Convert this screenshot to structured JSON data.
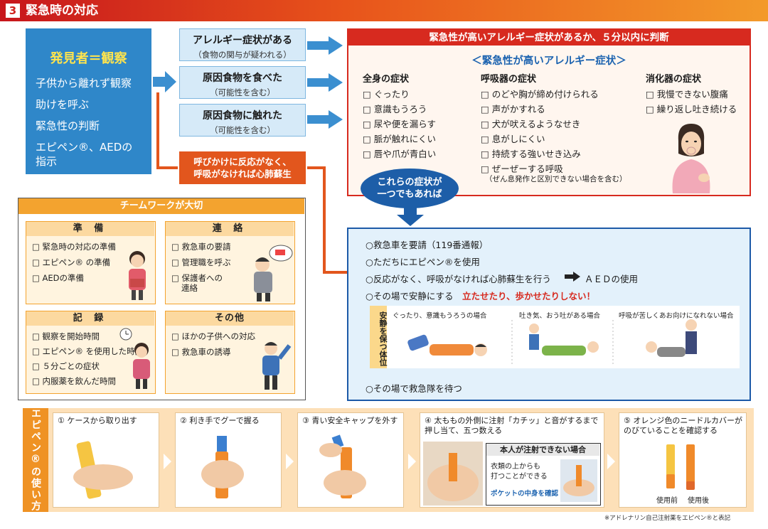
{
  "header": {
    "number": "3",
    "title": "緊急時の対応"
  },
  "finder": {
    "title": "発見者＝観察",
    "lines": [
      "子供から離れず観察",
      "助けを呼ぶ",
      "緊急性の判断",
      "エピペン®、AEDの",
      "指示"
    ]
  },
  "triggers": [
    {
      "line1": "アレルギー症状がある",
      "line2": "（食物の関与が疑われる）"
    },
    {
      "line1": "原因食物を食べた",
      "line2": "（可能性を含む）"
    },
    {
      "line1": "原因食物に触れた",
      "line2": "（可能性を含む）"
    }
  ],
  "cpr": {
    "line1": "呼びかけに反応がなく、",
    "line2": "呼吸がなければ心肺蘇生"
  },
  "urgency": {
    "title": "緊急性が高いアレルギー症状があるか、５分以内に判断",
    "subtitle": "＜緊急性が高いアレルギー症状＞",
    "groups": [
      {
        "heading": "全身の症状",
        "items": [
          "□ ぐったり",
          "□ 意識もうろう",
          "□ 尿や便を漏らす",
          "□ 脈が触れにくい",
          "□ 唇や爪が青白い"
        ]
      },
      {
        "heading": "呼吸器の症状",
        "items": [
          "□ のどや胸が締め付けられる",
          "□ 声がかすれる",
          "□ 犬が吠えるようなせき",
          "□ 息がしにくい",
          "□ 持続する強いせき込み",
          "□ ぜーぜーする呼吸",
          "（ぜん息発作と区別できない場合を含む）"
        ]
      },
      {
        "heading": "消化器の症状",
        "items": [
          "□ 我慢できない腹痛",
          "□ 繰り返し吐き続ける"
        ]
      }
    ]
  },
  "oval": {
    "line1": "これらの症状が",
    "line2": "一つでもあれば"
  },
  "teamwork": {
    "title": "チームワークが大切",
    "cells": [
      {
        "heading": "準 備",
        "items": [
          "□ 緊急時の対応の準備",
          "□ エピペン® の準備",
          "□ AEDの準備"
        ]
      },
      {
        "heading": "連 絡",
        "items": [
          "□ 救急車の要請",
          "□ 管理職を呼ぶ",
          "□ 保護者への",
          "連絡"
        ]
      },
      {
        "heading": "記 録",
        "items": [
          "□ 観察を開始時間",
          "□ エピペン® を使用した時間",
          "□ ５分ごとの症状",
          "□ 内服薬を飲んだ時間"
        ]
      },
      {
        "heading": "その他",
        "items": [
          "□ ほかの子供への対応",
          "□ 救急車の誘導"
        ]
      }
    ]
  },
  "actions": {
    "items": [
      "○救急車を要請（119番通報）",
      "○ただちにエピペン®を使用",
      "○反応がなく、呼吸がなければ心肺蘇生を行う",
      "○その場で安静にする"
    ],
    "aed": "ＡＥＤの使用",
    "warning": "立たせたり、歩かせたりしない！",
    "last": "○その場で救急隊を待つ",
    "posture_label": "安静を保つ体位",
    "postures": [
      "ぐったり、意識もうろうの場合",
      "吐き気、おう吐がある場合",
      "呼吸が苦しくあお向けになれない場合"
    ]
  },
  "epipen": {
    "side_label": "エピペン®の使い方",
    "steps": [
      "① ケースから取り出す",
      "② 利き手でグーで握る",
      "③ 青い安全キャップを外す",
      "④ 太ももの外側に注射「カチッ」と音がするまで押し当て、五つ数える",
      "⑤ オレンジ色のニードルカバーがのびていることを確認する"
    ],
    "inner_title": "本人が注射できない場合",
    "inner_lines": [
      "衣類の上からも",
      "打つことができる"
    ],
    "inner_link": "ポケットの中身を確認",
    "before": "使用前",
    "after": "使用後"
  },
  "footnote": "※アドレナリン自己注射薬をエピペン®と表記",
  "colors": {
    "red": "#d72a1f",
    "blue": "#2f87c9",
    "orange": "#e2561d",
    "navy": "#1d5ea8",
    "amber": "#f3a32f"
  }
}
